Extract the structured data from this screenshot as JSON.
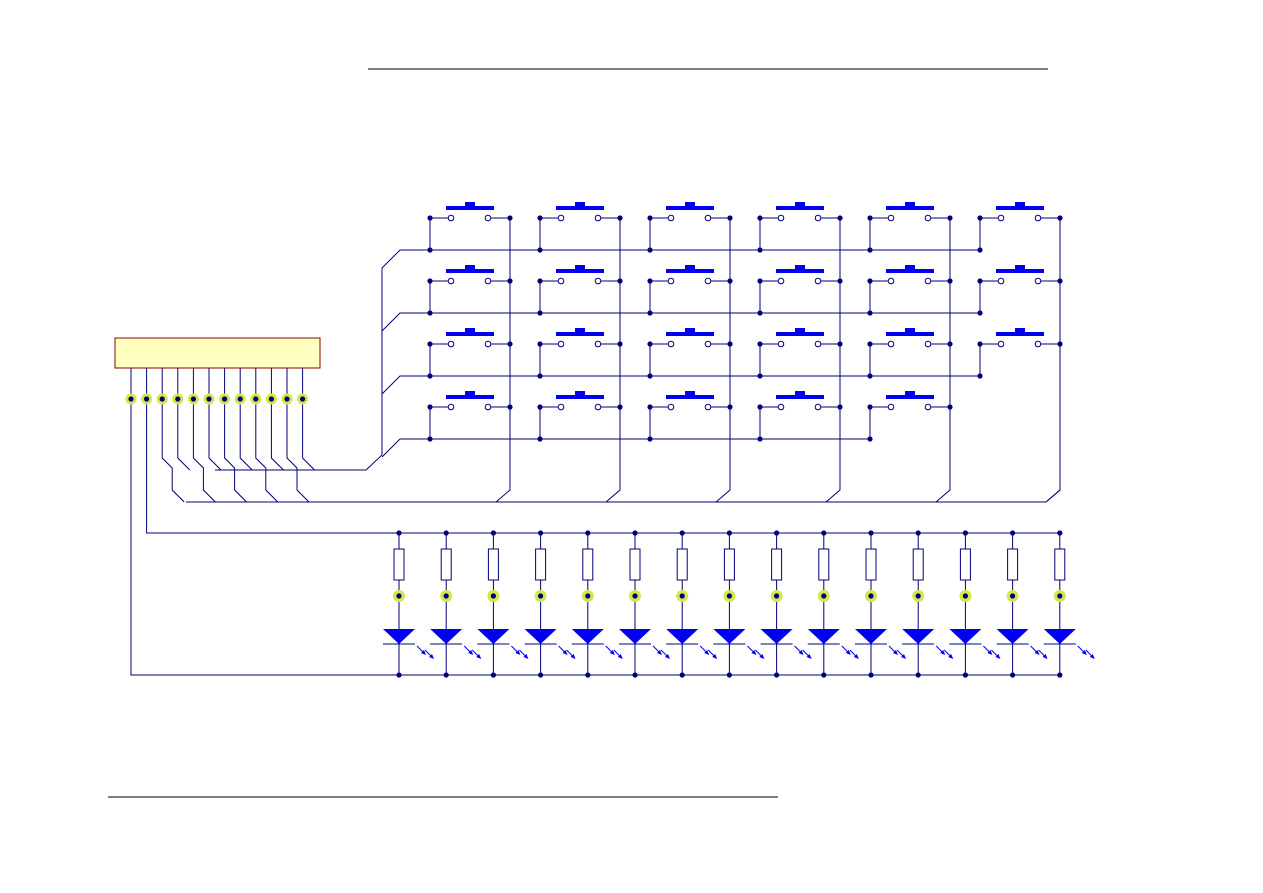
{
  "diagram": {
    "type": "keypad-and-led-schematic",
    "keypad": {
      "rows": 4,
      "columns": 6,
      "buttons_per_row": [
        6,
        6,
        6,
        5
      ],
      "button_count": 23
    },
    "connector": {
      "pin_count": 12
    },
    "led_bank": {
      "led_count": 15,
      "resistor_count": 15
    },
    "colors": {
      "wire": "#00007a",
      "junction": "#00007a",
      "button": "#0000ee",
      "led": "#0000ee",
      "connector_fill": "#ffffc0",
      "connector_border": "#8b0000",
      "pin_ring": "#cfe84a",
      "frame_line": "#000000"
    }
  }
}
